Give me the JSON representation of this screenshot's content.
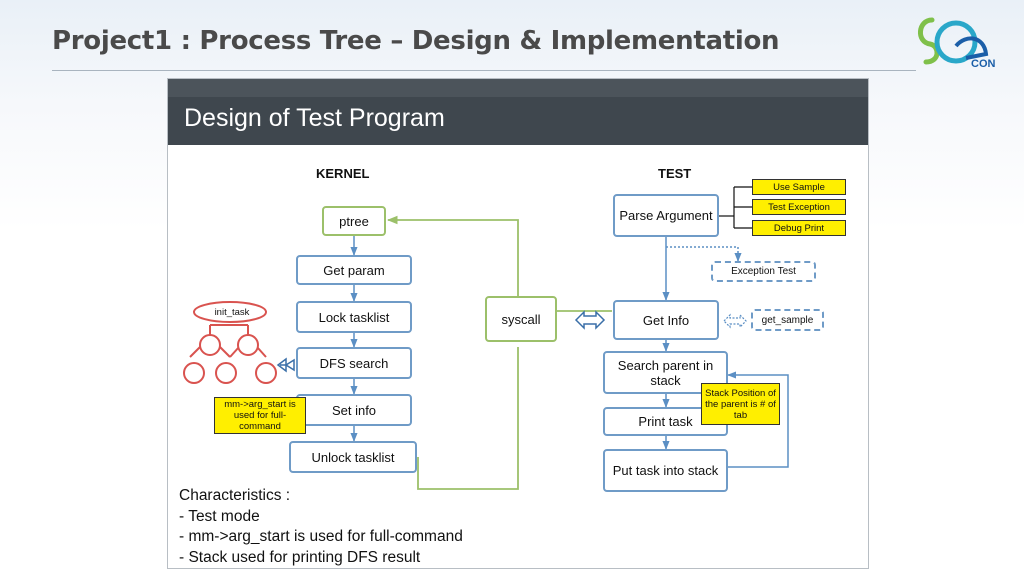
{
  "slide": {
    "title": "Project1 : Process Tree – Design & Implementation",
    "logo_text": "CON"
  },
  "panel": {
    "title": "Design of Test Program",
    "kernel_label": "KERNEL",
    "test_label": "TEST",
    "kernel_steps": [
      "ptree",
      "Get param",
      "Lock tasklist",
      "DFS search",
      "Set info",
      "Unlock tasklist"
    ],
    "syscall_label": "syscall",
    "test_steps": {
      "parse": "Parse Argument",
      "get_info": "Get Info",
      "search_parent": "Search parent in stack",
      "print_task": "Print task",
      "put_task": "Put task into stack"
    },
    "options": [
      "Use Sample",
      "Test Exception",
      "Debug Print"
    ],
    "exception_test": "Exception Test",
    "get_sample": "get_sample",
    "tree_root": "init_task",
    "note_set_info": "mm->arg_start is used for full-command",
    "note_stack": "Stack Position of the parent is # of tab",
    "characteristics": {
      "heading": "Characteristics :",
      "items": [
        "- Test mode",
        "- mm->arg_start is used for full-command",
        "- Stack used for printing DFS result"
      ]
    }
  },
  "colors": {
    "title_text": "#4a4a4a",
    "panel_header": "#3f474e",
    "box_border": "#6f9bc7",
    "green_border": "#9cc06a",
    "note_yellow": "#ffef00",
    "tree_red": "#d9534f"
  }
}
